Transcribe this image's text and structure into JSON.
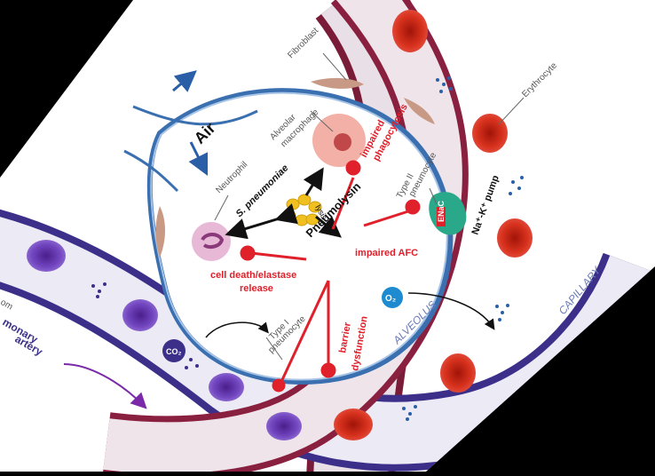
{
  "labels": {
    "air": "Air",
    "fibroblast": "Fibroblast",
    "erythrocyte": "Erythrocyte",
    "alveolar_macrophage_1": "Alveolar",
    "alveolar_macrophage_2": "macrophage",
    "neutrophil": "Neutrophil",
    "s_pneumoniae": "S. pneumoniae",
    "pneumolysin": "Pneumolysin",
    "lysis": "lysis",
    "impaired_phagocytosis_1": "impaired",
    "impaired_phagocytosis_2": "phagocytosis",
    "type2_1": "Type II",
    "type2_2": "pneumocyte",
    "enac": "ENaC",
    "na_k_pump": "Na⁺-K⁺ pump",
    "impaired_afc": "impaired AFC",
    "cell_death_1": "cell death/elastase",
    "cell_death_2": "release",
    "barrier_1": "barrier",
    "barrier_2": "dysfunction",
    "type1_1": "Type I",
    "type1_2": "pneumocyte",
    "o2": "O₂",
    "co2": "CO₂",
    "alveolus": "ALVEOLUS",
    "capillary": "CAPILLARY",
    "pulmonary_1": "monary",
    "pulmonary_2": "artery",
    "from_partial": "om"
  },
  "colors": {
    "red_label": "#e0202a",
    "capillary_outer": "#8a2040",
    "artery_outer": "#3b2f8a",
    "alveolus_wall": "#3a6fb0",
    "erythrocyte": "#cc2a1a",
    "venous_cell": "#6a3aa8"
  }
}
